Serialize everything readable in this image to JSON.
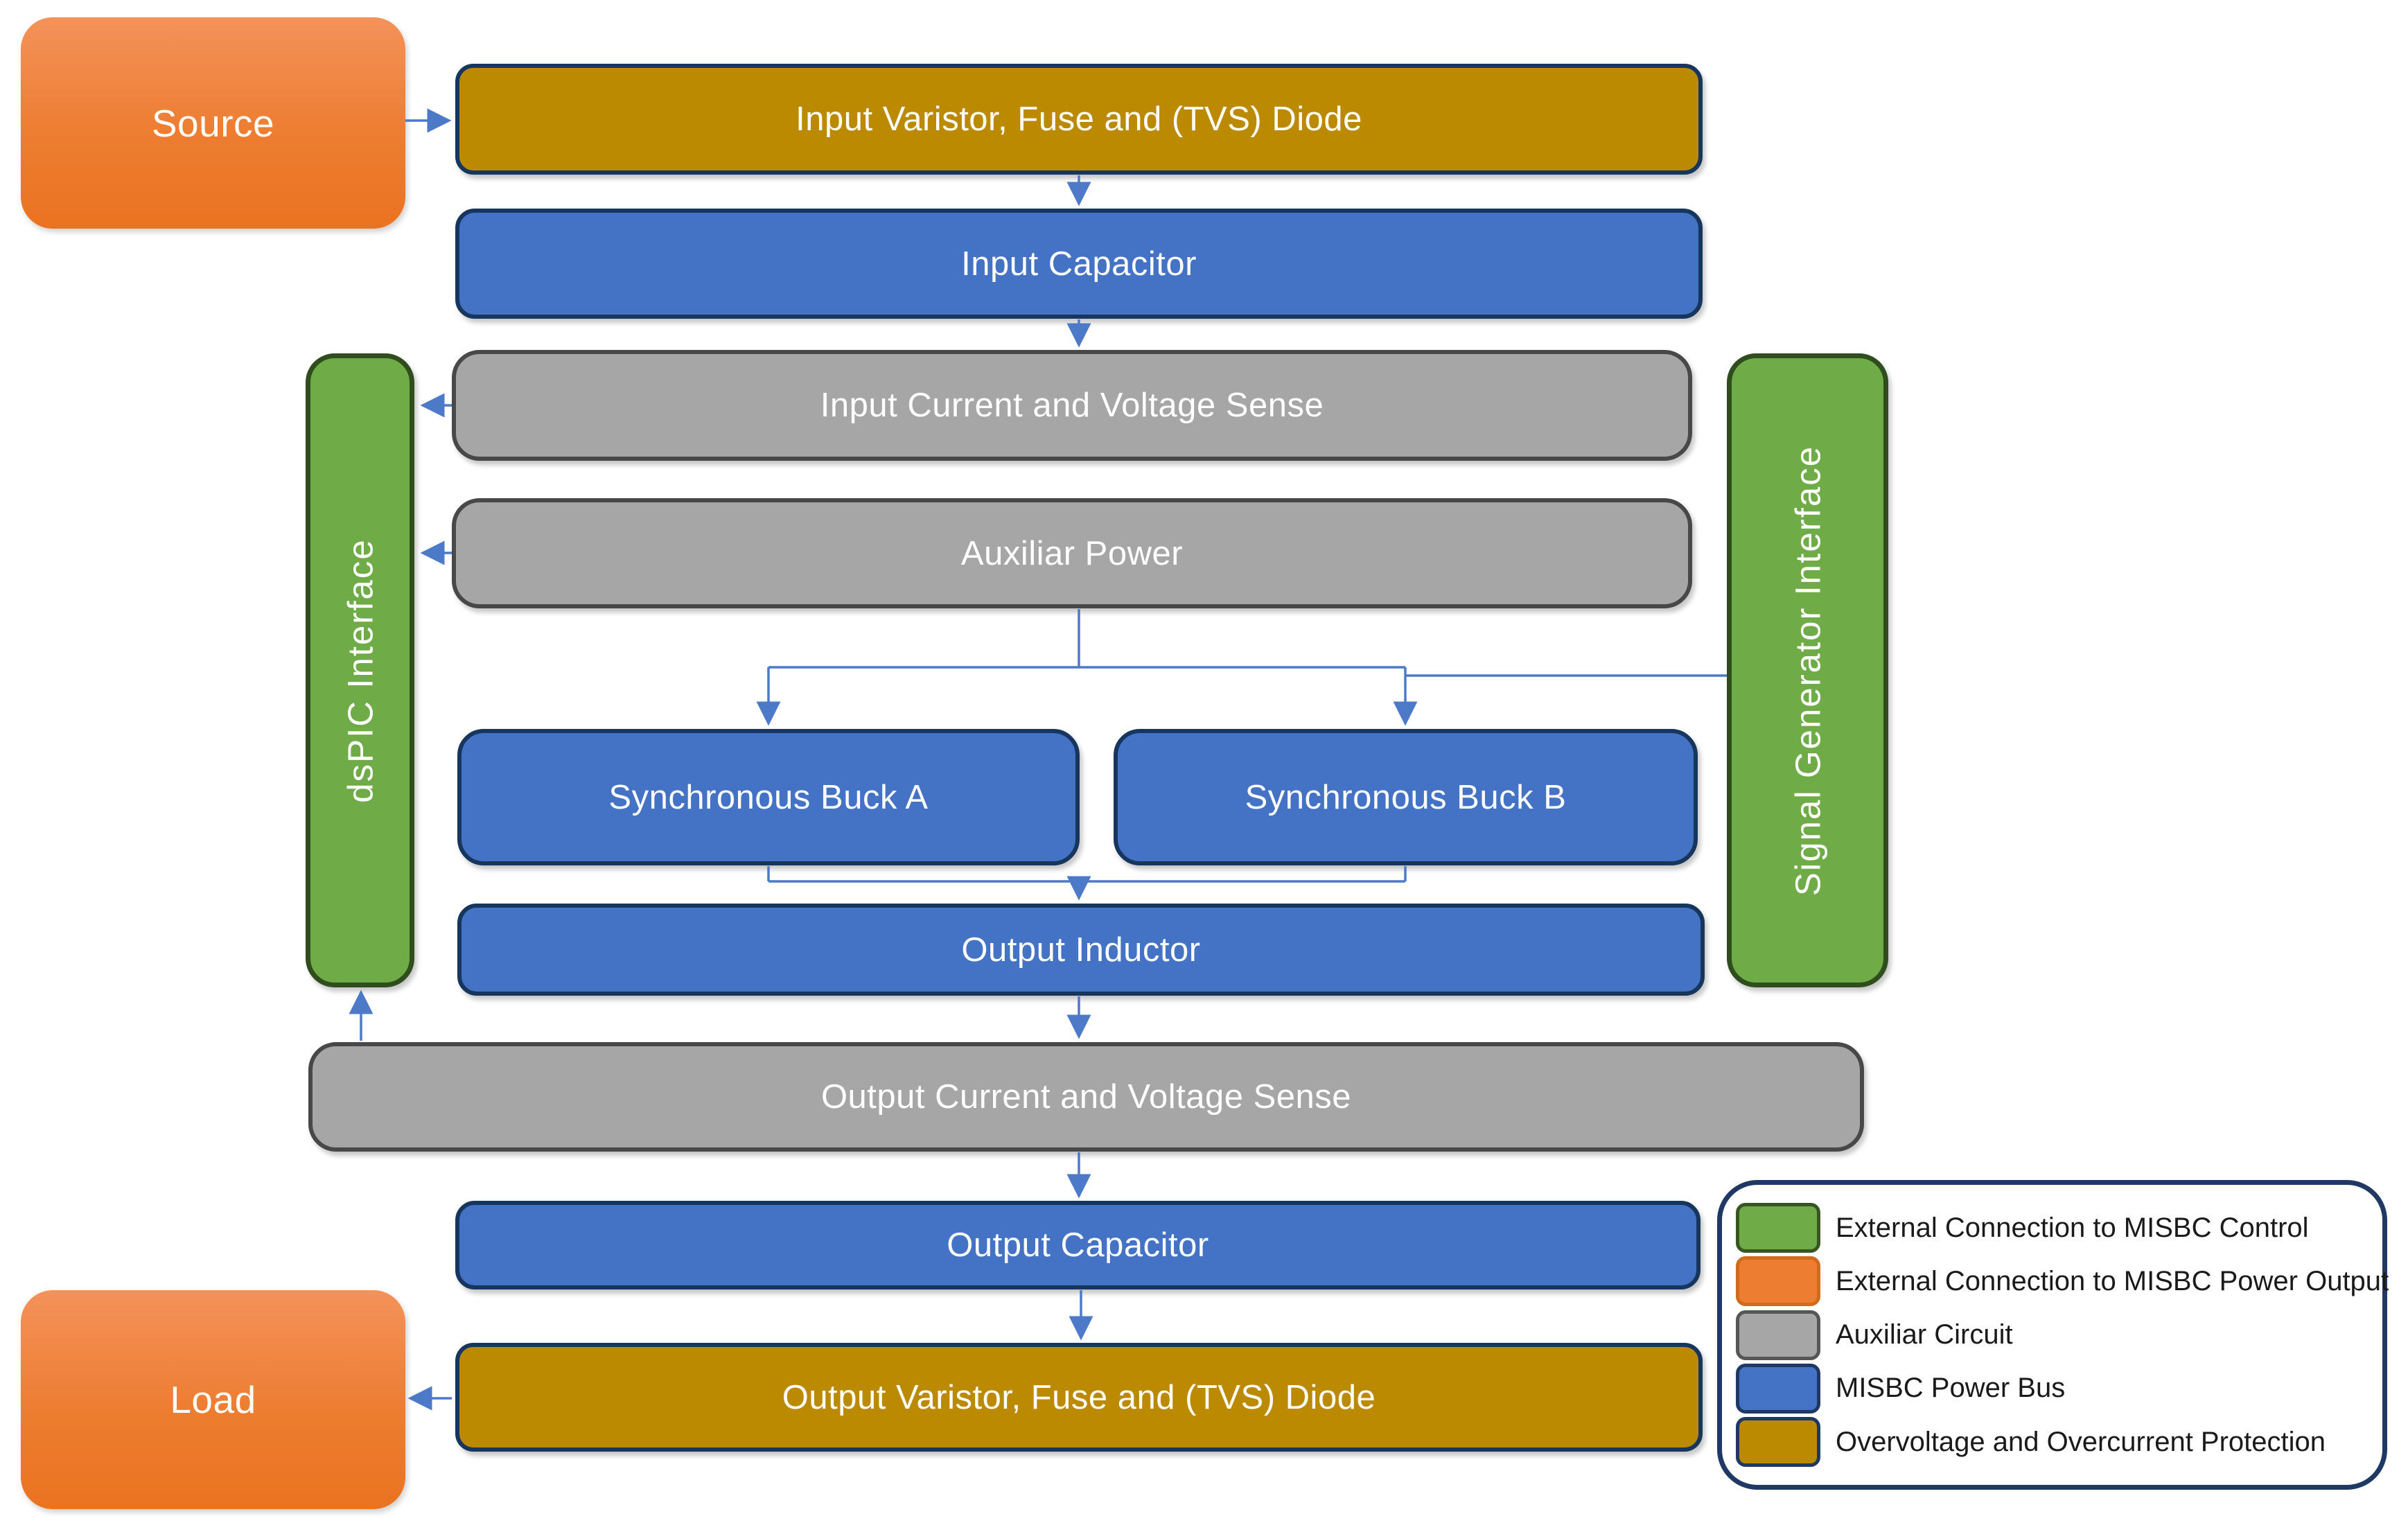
{
  "blocks": {
    "source": {
      "label": "Source"
    },
    "input_varistor": {
      "label": "Input Varistor, Fuse and (TVS) Diode"
    },
    "input_capacitor": {
      "label": "Input Capacitor"
    },
    "input_sense": {
      "label": "Input Current and Voltage Sense"
    },
    "aux_power": {
      "label": "Auxiliar Power"
    },
    "dspic": {
      "label": "dsPIC Interface"
    },
    "siggen": {
      "label": "Signal Generator Interface"
    },
    "buck_a": {
      "label": "Synchronous Buck A"
    },
    "buck_b": {
      "label": "Synchronous Buck B"
    },
    "output_inductor": {
      "label": "Output Inductor"
    },
    "output_sense": {
      "label": "Output Current and Voltage Sense"
    },
    "output_capacitor": {
      "label": "Output Capacitor"
    },
    "output_varistor": {
      "label": "Output Varistor, Fuse and (TVS) Diode"
    },
    "load": {
      "label": "Load"
    }
  },
  "legend": {
    "items": [
      {
        "id": "external-control",
        "color": "#6FAC47",
        "label": "External Connection to MISBC Control"
      },
      {
        "id": "external-power-output",
        "color": "#ED7D31",
        "label": "External Connection to MISBC Power Output"
      },
      {
        "id": "auxiliar-circuit",
        "color": "#A6A6A6",
        "label": "Auxiliar Circuit"
      },
      {
        "id": "misbc-power-bus",
        "color": "#4472C4",
        "label": "MISBC Power Bus"
      },
      {
        "id": "overvoltage-overcurrent",
        "color": "#BB8A00",
        "label": "Overvoltage and Overcurrent Protection"
      }
    ]
  },
  "colors": {
    "power_bus_blue": "#4472C4",
    "protection_gold": "#BB8A00",
    "auxiliar_gray": "#A6A6A6",
    "external_control_green": "#6FAC47",
    "external_power_orange": "#ED7D31",
    "navy_border": "#17365D",
    "green_border": "#2F4D1D",
    "gray_border": "#484848",
    "arrow_blue": "#4C79C8",
    "legend_border": "#1F3864"
  }
}
